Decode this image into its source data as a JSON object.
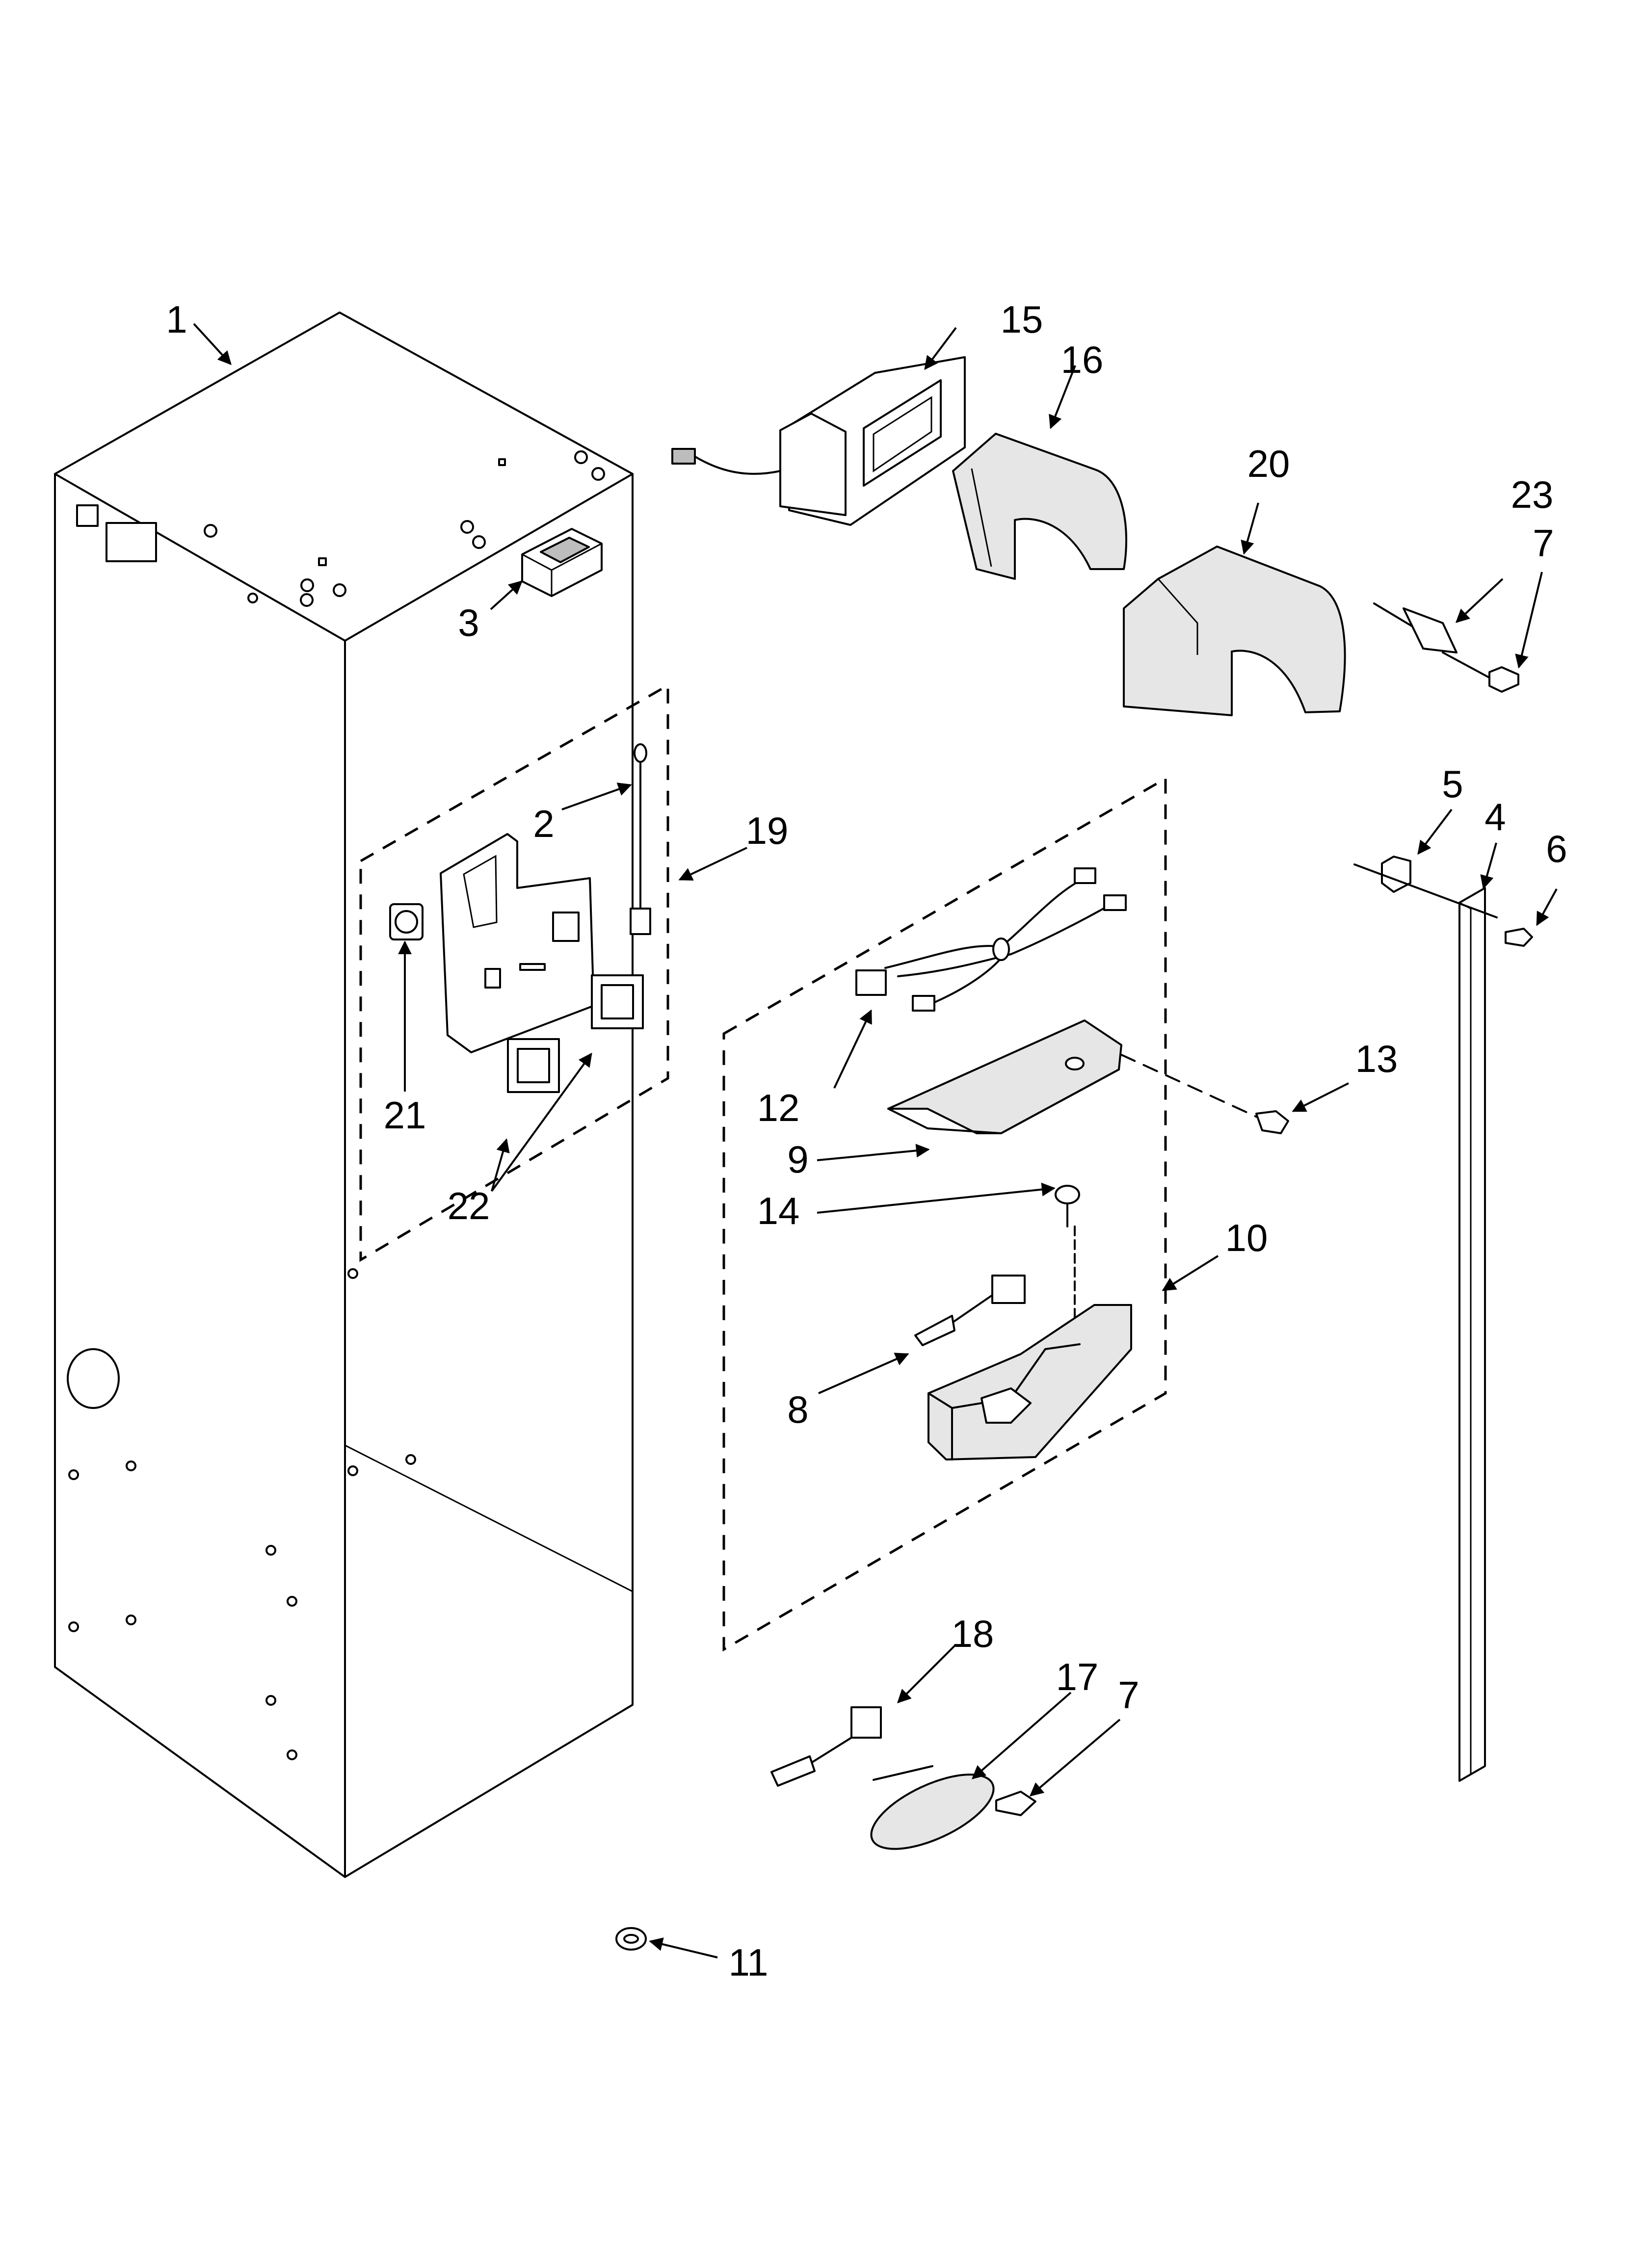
{
  "callouts": [
    {
      "id": "c1",
      "text": "1"
    },
    {
      "id": "c2",
      "text": "2"
    },
    {
      "id": "c3",
      "text": "3"
    },
    {
      "id": "c4",
      "text": "4"
    },
    {
      "id": "c5",
      "text": "5"
    },
    {
      "id": "c6",
      "text": "6"
    },
    {
      "id": "c7a",
      "text": "7"
    },
    {
      "id": "c7b",
      "text": "7"
    },
    {
      "id": "c8",
      "text": "8"
    },
    {
      "id": "c9",
      "text": "9"
    },
    {
      "id": "c10",
      "text": "10"
    },
    {
      "id": "c11",
      "text": "11"
    },
    {
      "id": "c12",
      "text": "12"
    },
    {
      "id": "c13",
      "text": "13"
    },
    {
      "id": "c14",
      "text": "14"
    },
    {
      "id": "c15",
      "text": "15"
    },
    {
      "id": "c16",
      "text": "16"
    },
    {
      "id": "c17",
      "text": "17"
    },
    {
      "id": "c18",
      "text": "18"
    },
    {
      "id": "c19",
      "text": "19"
    },
    {
      "id": "c20",
      "text": "20"
    },
    {
      "id": "c21",
      "text": "21"
    },
    {
      "id": "c22",
      "text": "22"
    },
    {
      "id": "c23",
      "text": "23"
    }
  ]
}
